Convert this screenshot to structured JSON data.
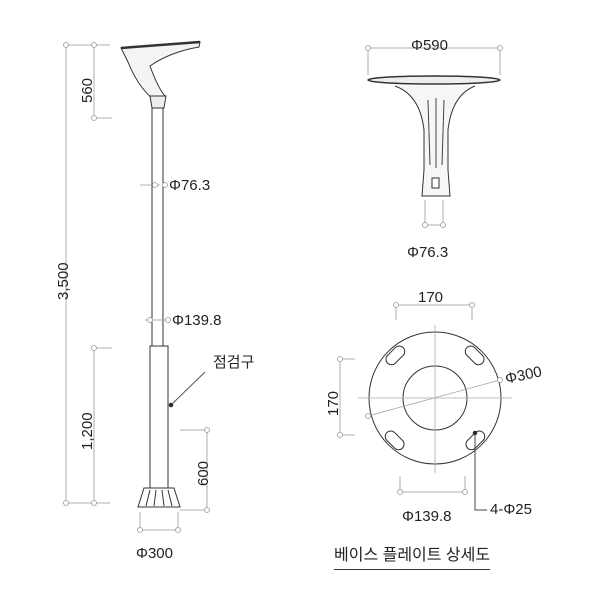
{
  "side_view": {
    "total_height": "3,500",
    "head_height": "560",
    "lower_height": "1,200",
    "base_height": "600",
    "upper_pole_dia": "Φ76.3",
    "lower_pole_dia": "Φ139.8",
    "inspection_port": "점검구",
    "base_dia": "Φ300"
  },
  "front_view": {
    "head_dia": "Φ590",
    "pole_dia": "Φ76.3"
  },
  "base_plate": {
    "title": "베이스 플레이트 상세도",
    "bolt_spacing_x": "170",
    "bolt_spacing_y": "170",
    "plate_dia": "Φ300",
    "pole_dia": "Φ139.8",
    "bolt_holes": "4-Φ25"
  }
}
